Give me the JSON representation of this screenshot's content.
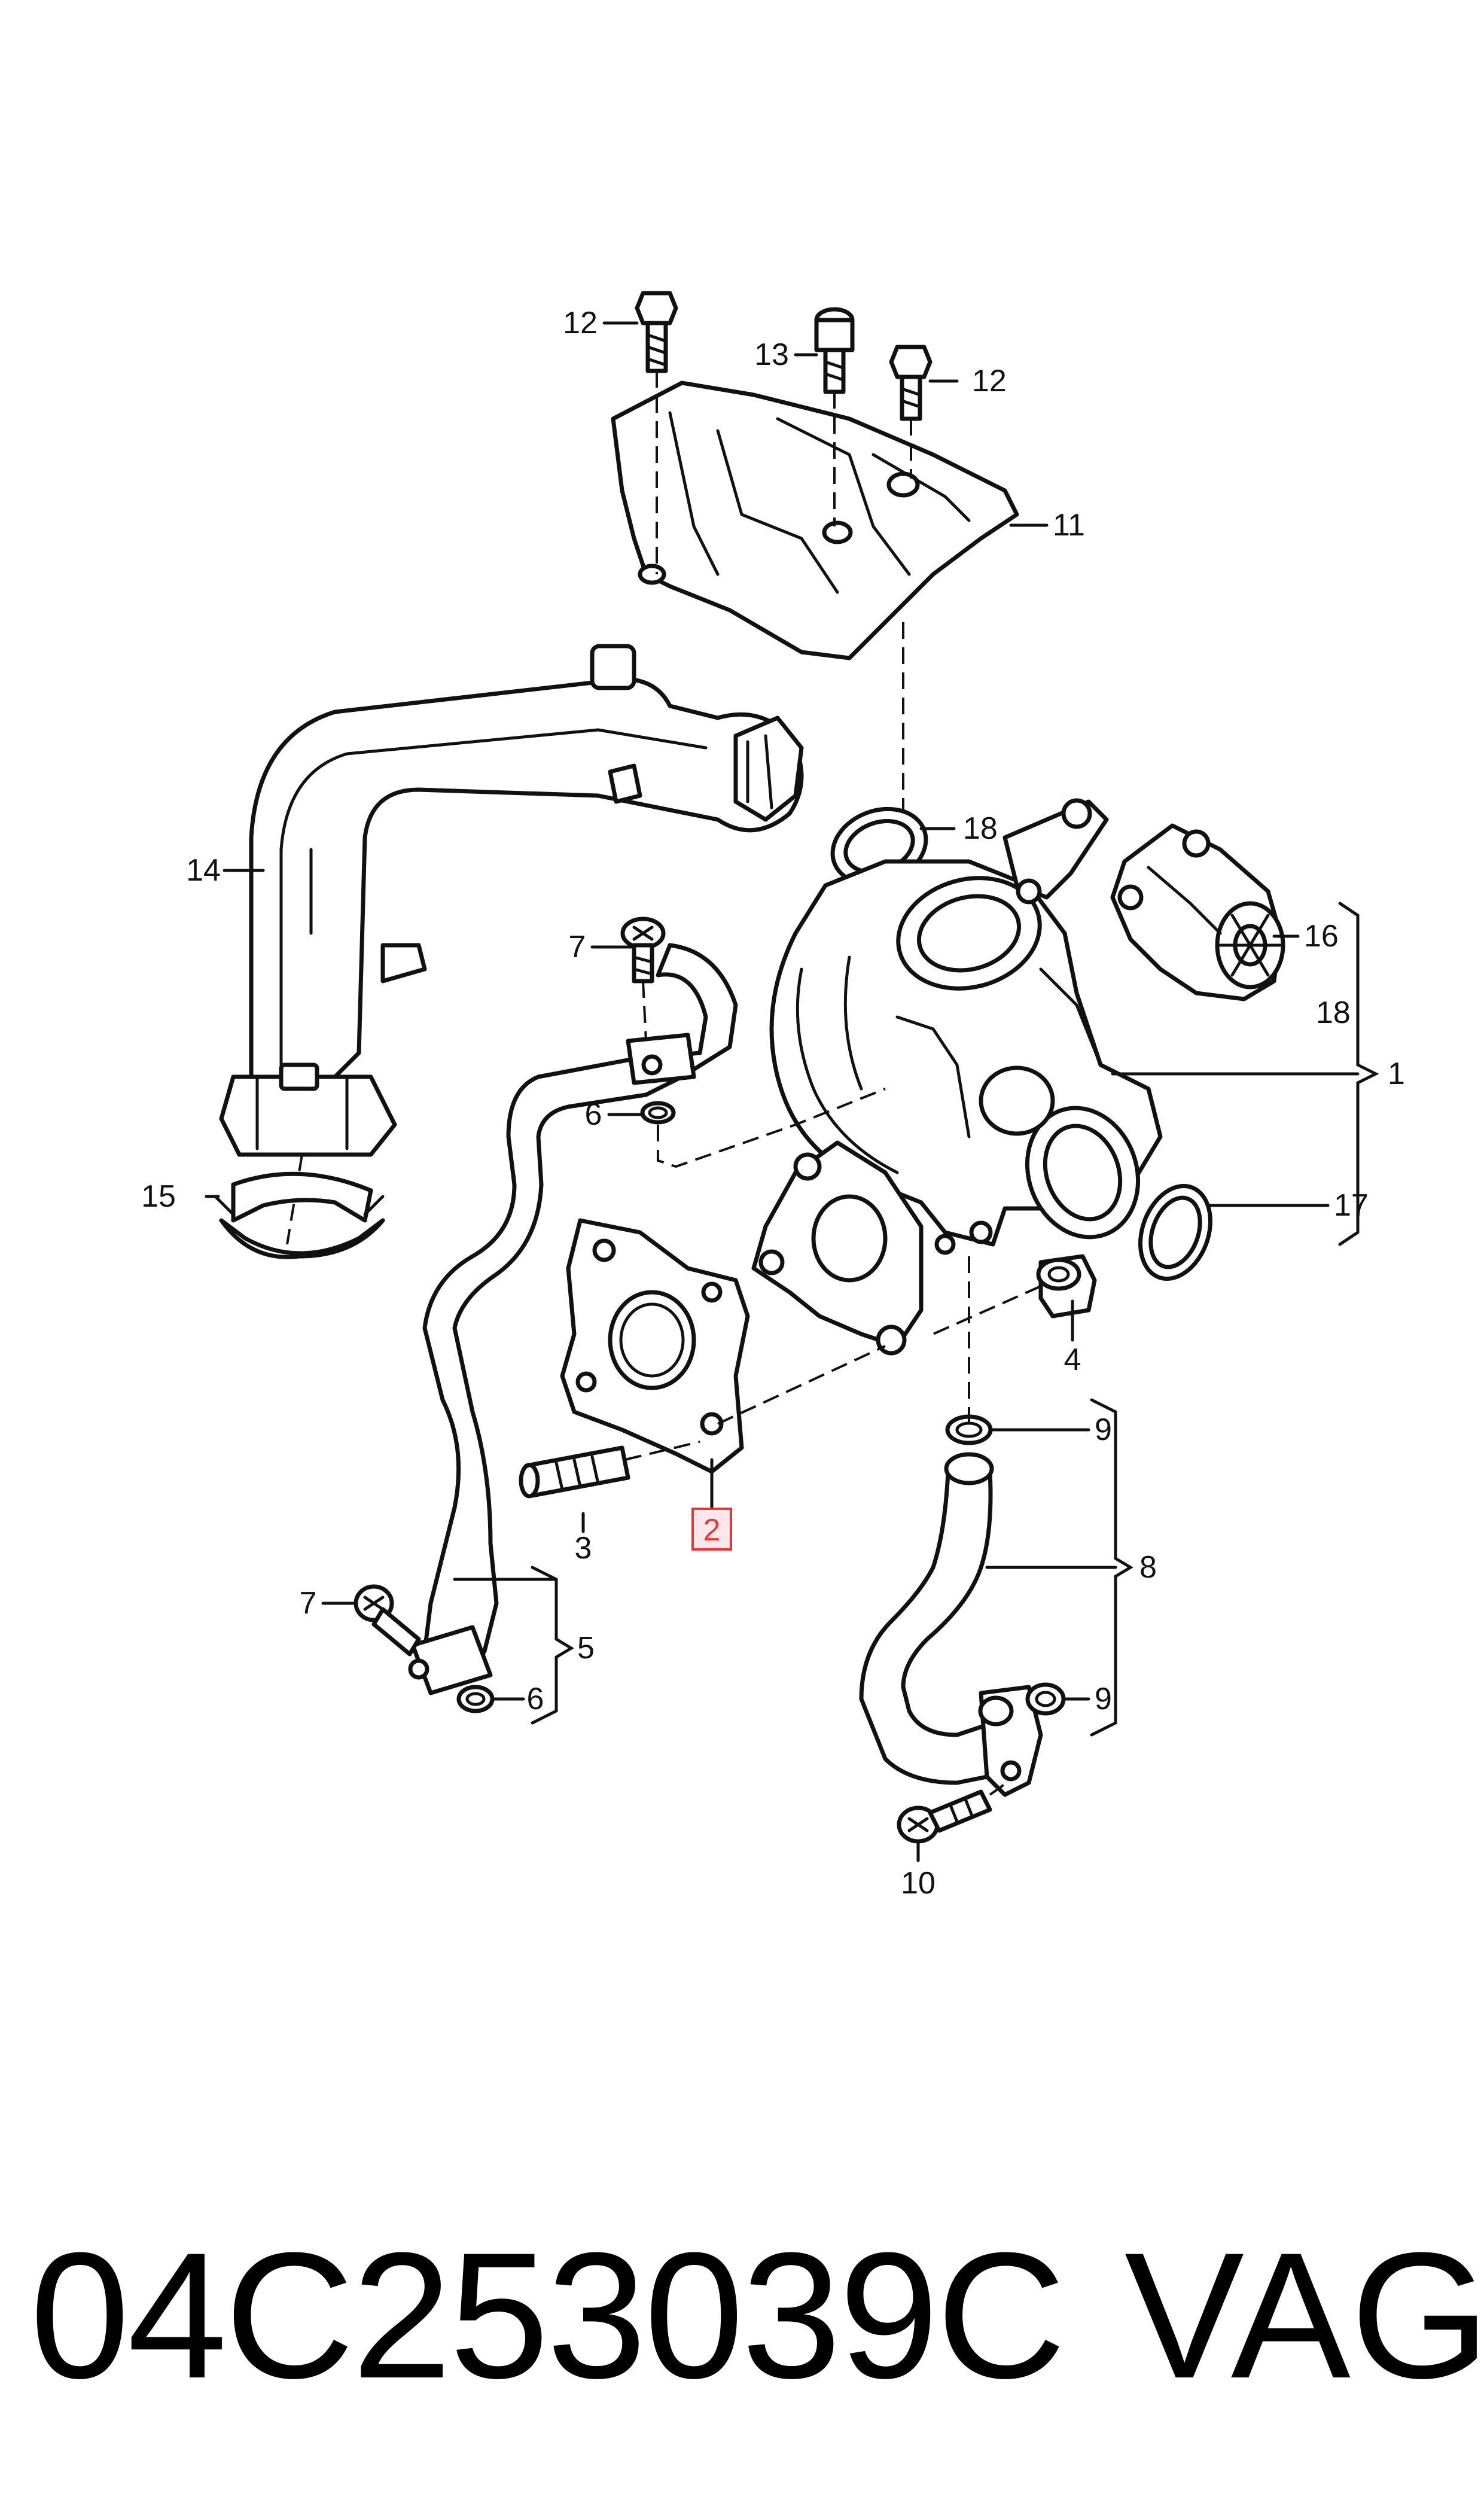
{
  "callouts": {
    "c1": "1",
    "c2": "2",
    "c3": "3",
    "c4": "4",
    "c5": "5",
    "c6a": "6",
    "c6b": "6",
    "c7a": "7",
    "c7b": "7",
    "c8": "8",
    "c9a": "9",
    "c9b": "9",
    "c10": "10",
    "c11": "11",
    "c12a": "12",
    "c12b": "12",
    "c13": "13",
    "c14": "14",
    "c15": "15",
    "c16": "16",
    "c17": "17",
    "c18a": "18",
    "c18b": "18"
  },
  "highlight": {
    "callout": "2",
    "color": "#e0393e"
  },
  "footer": {
    "part_number": "04C253039C",
    "brand": "VAG"
  }
}
